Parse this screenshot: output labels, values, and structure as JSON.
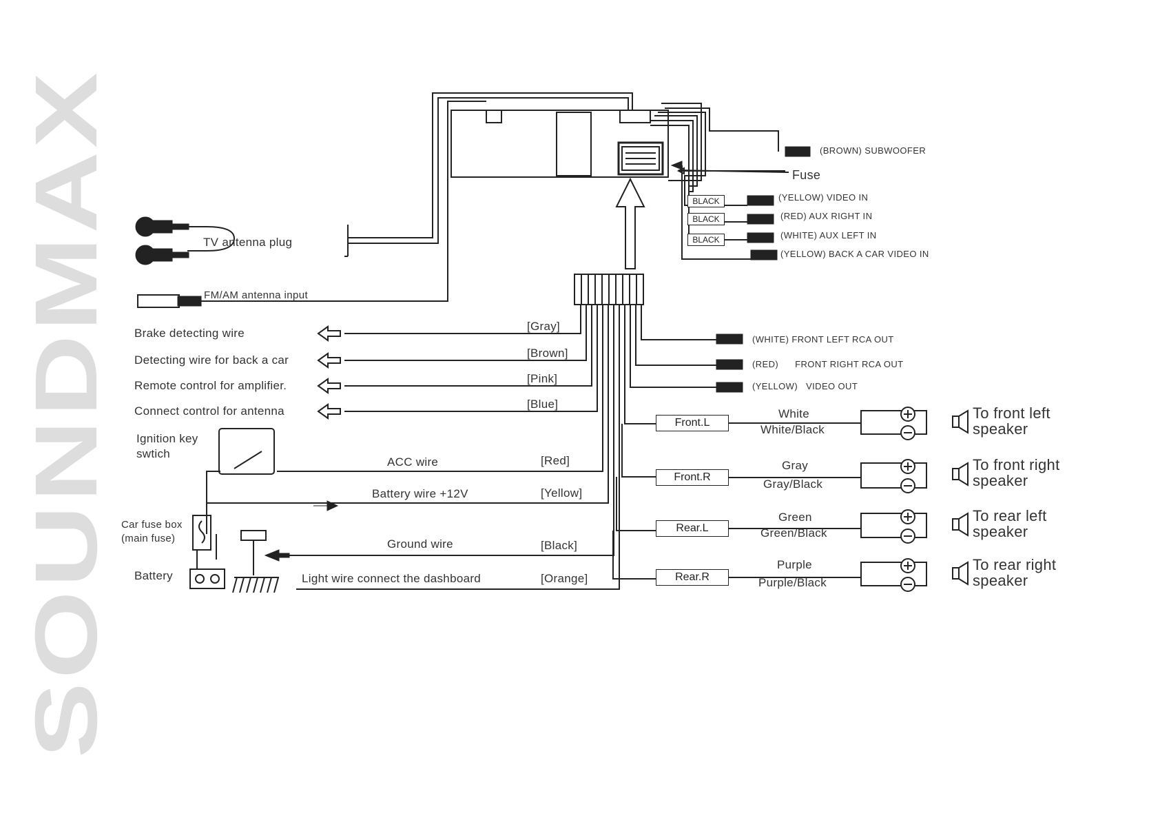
{
  "watermark": "SOUNDMAX",
  "inputs": {
    "subwoofer": "(BROWN) SUBWOOFER",
    "fuse": "Fuse",
    "black_tag": "BLACK",
    "video_in": "(YELLOW)   VIDEO IN",
    "aux_right": "(RED) AUX RIGHT IN",
    "aux_left": "(WHITE) AUX LEFT IN",
    "back_car_video": "(YELLOW) BACK A CAR VIDEO IN"
  },
  "antenna": {
    "tv_plug": "TV  antenna plug",
    "fm_am": "FM/AM antenna input"
  },
  "rca_outputs": {
    "front_left": "(WHITE) FRONT LEFT RCA OUT",
    "front_right": "(RED)      FRONT RIGHT RCA OUT",
    "video_out": "(YELLOW)   VIDEO OUT"
  },
  "control_wires": [
    {
      "label": "Brake detecting wire",
      "color": "[Gray]"
    },
    {
      "label": "Detecting wire for back a car",
      "color": "[Brown]"
    },
    {
      "label": "Remote control for amplifier.",
      "color": "[Pink]"
    },
    {
      "label": "Connect control for antenna",
      "color": "[Blue]"
    }
  ],
  "power": {
    "ignition": "Ignition key\nswtich",
    "acc_label": "ACC wire",
    "acc_color": "[Red]",
    "battery_label": "Battery wire  +12V",
    "battery_color": "[Yellow]",
    "fuse_box": "Car fuse box\n(main fuse)",
    "ground_label": "Ground wire",
    "ground_color": "[Black]",
    "battery": "Battery",
    "light_label": "Light wire connect the dashboard",
    "light_color": "[Orange]"
  },
  "speakers": [
    {
      "box": "Front.L",
      "pos": "White",
      "neg": "White/Black",
      "dest": "To front left\nspeaker"
    },
    {
      "box": "Front.R",
      "pos": "Gray",
      "neg": "Gray/Black",
      "dest": "To front right\nspeaker"
    },
    {
      "box": "Rear.L",
      "pos": "Green",
      "neg": "Green/Black",
      "dest": "To rear left\nspeaker"
    },
    {
      "box": "Rear.R",
      "pos": "Purple",
      "neg": "Purple/Black",
      "dest": "To rear right\nspeaker"
    }
  ],
  "colors": {
    "line": "#222222",
    "watermark": "#dddddd"
  }
}
